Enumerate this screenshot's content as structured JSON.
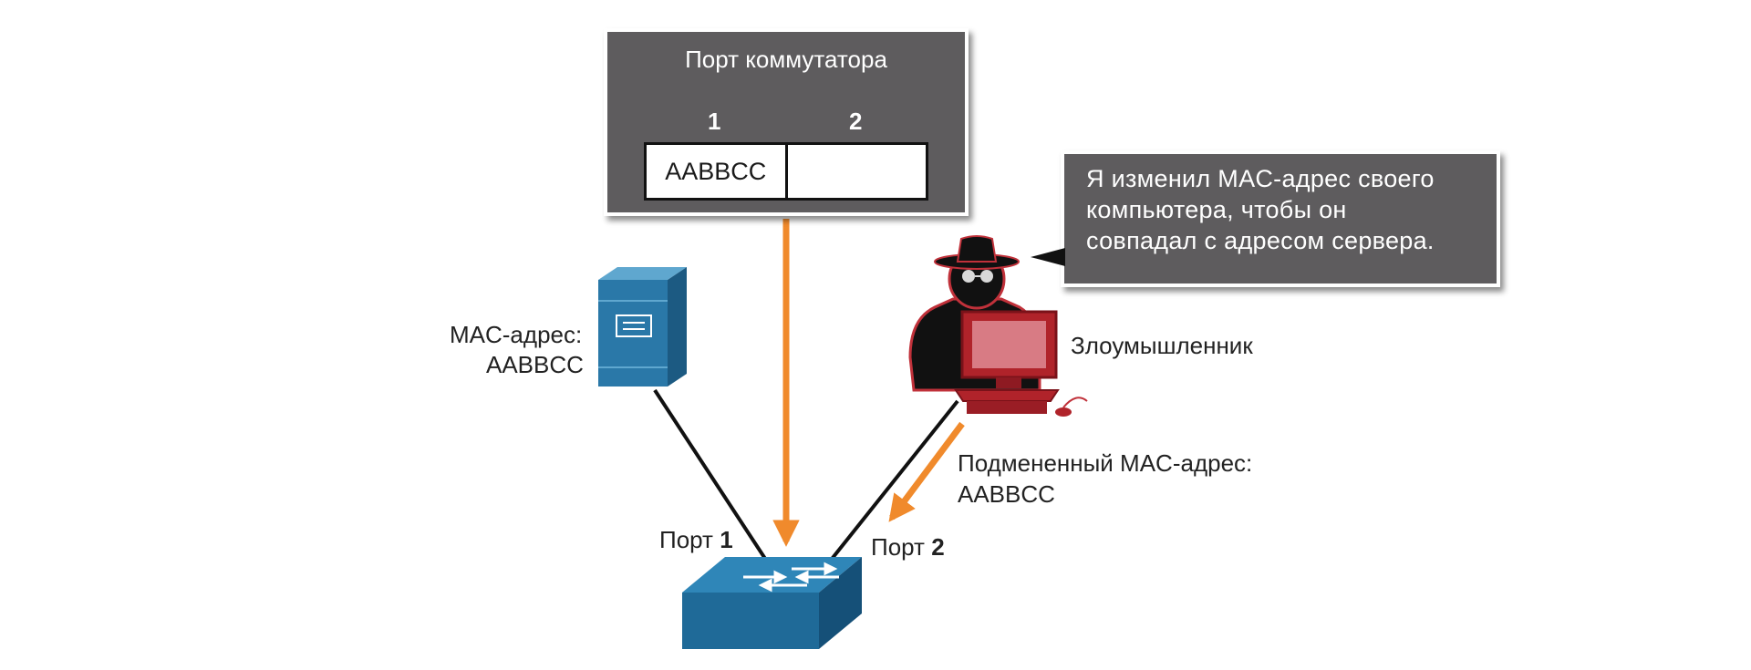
{
  "port_table": {
    "title": "Порт коммутатора",
    "columns": [
      "1",
      "2"
    ],
    "cells": [
      "AABBCC",
      ""
    ]
  },
  "server": {
    "mac_label": "MAC-адрес:",
    "mac_value": "AABBCC"
  },
  "attacker": {
    "label": "Злоумышленник",
    "speech_lines": [
      "Я изменил MAC-адрес своего",
      "компьютера, чтобы он",
      "совпадал с адресом сервера."
    ],
    "spoofed_label": "Подмененный MAC-адрес:",
    "spoofed_value": "AABBCC"
  },
  "switch_ports": {
    "port_word": "Порт",
    "port1_number": "1",
    "port2_number": "2"
  },
  "colors": {
    "panel": "#5e5c5e",
    "device_blue": "#2a78a8",
    "attacker_red": "#b0232a",
    "arrow_orange": "#f08a2c"
  }
}
